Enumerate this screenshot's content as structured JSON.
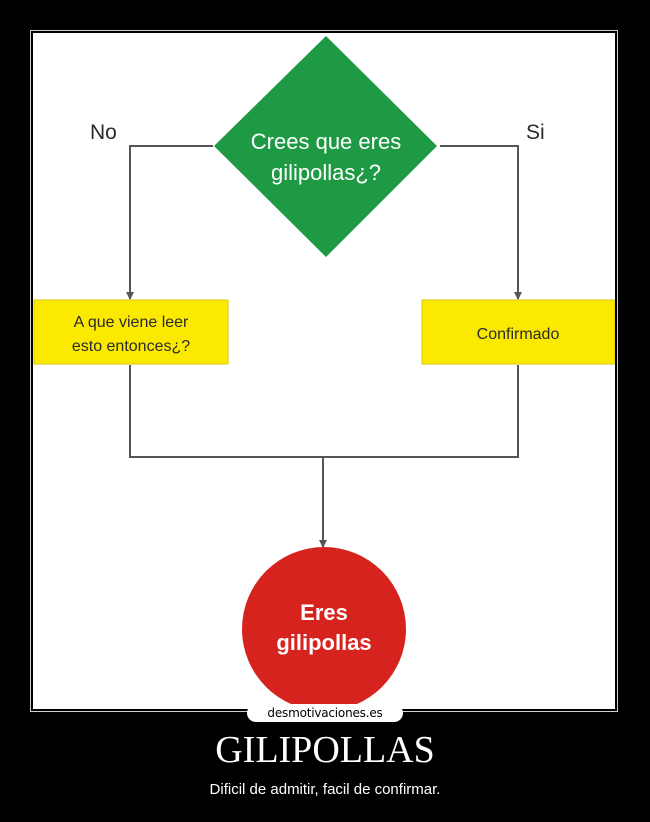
{
  "poster": {
    "title": "GILIPOLLAS",
    "subtitle": "Dificil de admitir, facil de confirmar.",
    "watermark": "desmotivaciones.es"
  },
  "flowchart": {
    "decision": {
      "line1": "Crees que eres",
      "line2": "gilipollas¿?"
    },
    "branch_no": {
      "label": "No",
      "box_line1": "A que viene leer",
      "box_line2": "esto entonces¿?"
    },
    "branch_si": {
      "label": "Si",
      "box_line1": "Confirmado"
    },
    "result": {
      "line1": "Eres",
      "line2": "gilipollas"
    }
  },
  "colors": {
    "background": "#000000",
    "decision_fill": "#1e9a45",
    "process_fill": "#fbe900",
    "result_fill": "#d7231e",
    "connector": "#555555",
    "text_dark": "#2b2b2b",
    "text_light": "#ffffff"
  }
}
